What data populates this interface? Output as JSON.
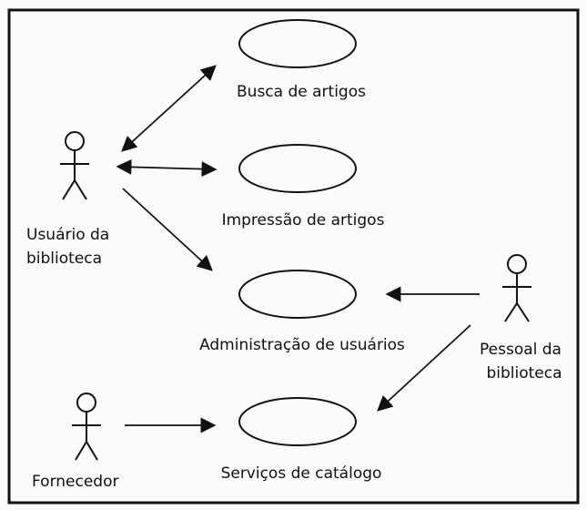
{
  "diagram": {
    "actors": {
      "library_user": {
        "label_line1": "Usuário da",
        "label_line2": "biblioteca"
      },
      "library_staff": {
        "label_line1": "Pessoal da",
        "label_line2": "biblioteca"
      },
      "supplier": {
        "label": "Fornecedor"
      }
    },
    "use_cases": {
      "search_articles": "Busca de artigos",
      "print_articles": "Impressão de artigos",
      "user_administration": "Administração de usuários",
      "catalog_services": "Serviços de catálogo"
    }
  },
  "colors": {
    "line": "#111111",
    "frame": "#111111",
    "background": "#fbfbfb"
  }
}
